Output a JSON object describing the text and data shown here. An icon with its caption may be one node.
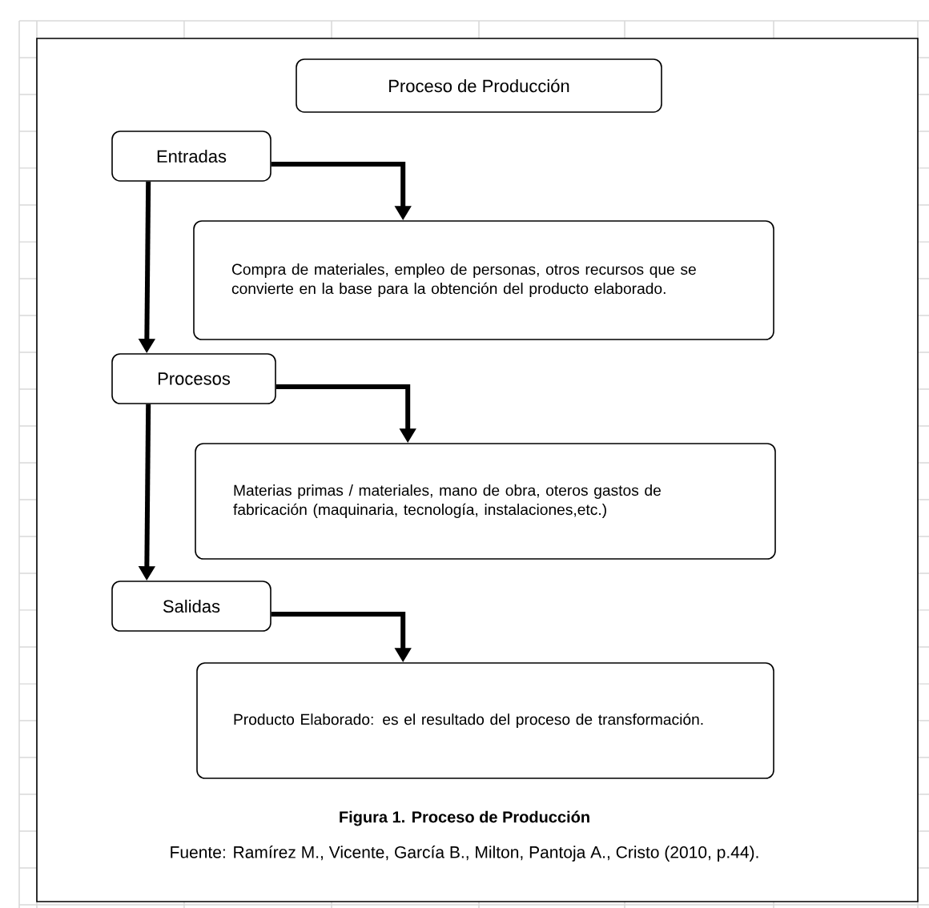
{
  "diagram": {
    "caption": "Figura 1. Proceso de Producción",
    "nodes": [
      {
        "text": [
          "Proceso de Producción"
        ]
      },
      {
        "text": [
          "Entradas"
        ]
      },
      {
        "text": [
          "Compra de materiales, empleo de personas, otros recursos que se convierte en la base para la obtención del producto elaborado."
        ]
      },
      {
        "text": [
          "Procesos"
        ]
      },
      {
        "text": [
          "Materias primas / materiales, mano de obra, oteros gastos de fabricación (maquinaria, tecnología, instalaciones,etc.)"
        ]
      },
      {
        "text": [
          "Salidas"
        ]
      },
      {
        "text": [
          "Producto Elaborado: es el resultado del proceso de transformación."
        ]
      }
    ],
    "edges": [
      {
        "from": 1,
        "to": 2,
        "arrow": "to"
      },
      {
        "from": 1,
        "to": 3,
        "arrow": "to"
      },
      {
        "from": 3,
        "to": 4,
        "arrow": "to"
      },
      {
        "from": 3,
        "to": 5,
        "arrow": "to"
      },
      {
        "from": 5,
        "to": 6,
        "arrow": "to"
      }
    ],
    "labels": [
      "Fuente: Ramírez M., Vicente, García B., Milton, Pantoja A., Cristo (2010, p.44)."
    ]
  }
}
